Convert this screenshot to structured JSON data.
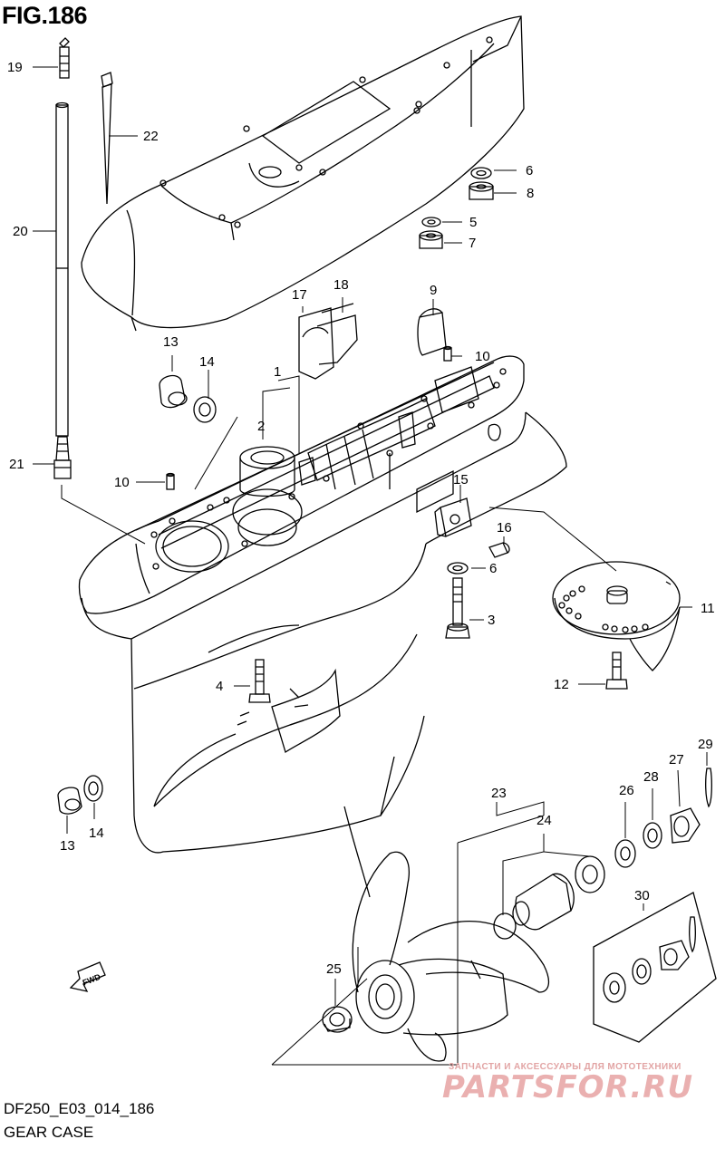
{
  "figure": {
    "title": "FIG.186",
    "model_code": "DF250_E03_014_186",
    "caption": "GEAR CASE",
    "fwd_label": "FWD"
  },
  "callouts": [
    "1",
    "2",
    "3",
    "4",
    "5",
    "6",
    "6",
    "7",
    "8",
    "9",
    "10",
    "10",
    "11",
    "12",
    "13",
    "13",
    "14",
    "14",
    "15",
    "16",
    "17",
    "18",
    "19",
    "20",
    "21",
    "22",
    "23",
    "24",
    "25",
    "26",
    "27",
    "28",
    "29",
    "30"
  ],
  "watermark": {
    "tagline": "ЗАПЧАСТИ И АКСЕССУАРЫ ДЛЯ МОТОТЕХНИКИ",
    "brand": "PARTSFOR.RU"
  },
  "colors": {
    "line": "#000000",
    "background": "#ffffff",
    "watermark": "#e8a9a9"
  }
}
